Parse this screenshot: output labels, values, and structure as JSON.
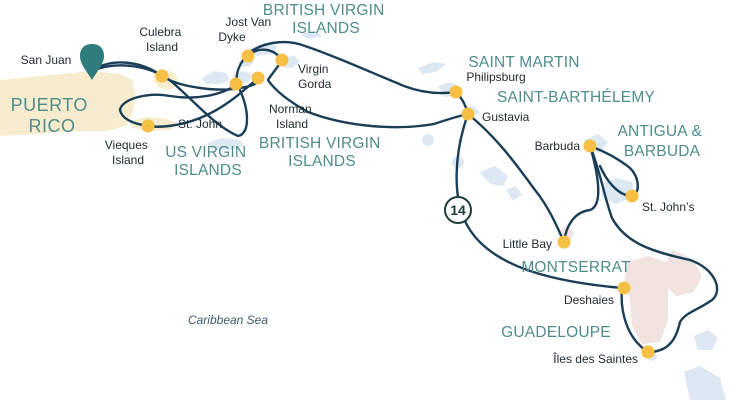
{
  "colors": {
    "route": "#1b3e57",
    "stop": "#f5c043",
    "start_pin": "#2e7c7b",
    "region_text": "#4f8d8d",
    "puerto_rico_land": "#f7edce",
    "island_blue": "#dde8f2",
    "island_pink": "#f1e3e0",
    "island_cream": "#f6ebc8"
  },
  "icons": {
    "start_pin": "map-pin-icon",
    "stop": "circle-marker-icon"
  },
  "regions": {
    "puerto_rico": [
      "PUERTO",
      "RICO"
    ],
    "bvi_top": [
      "BRITISH VIRGIN",
      "ISLANDS"
    ],
    "bvi_bottom": [
      "BRITISH VIRGIN",
      "ISLANDS"
    ],
    "usvi": [
      "US VIRGIN",
      "ISLANDS"
    ],
    "saint_martin": "SAINT MARTIN",
    "saint_barthelemy": "SAINT-BARTHÉLEMY",
    "antigua_barbuda": [
      "ANTIGUA &",
      "BARBUDA"
    ],
    "montserrat": "MONTSERRAT",
    "guadeloupe": "GUADELOUPE"
  },
  "ports": {
    "san_juan": "San Juan",
    "culebra": [
      "Culebra",
      "Island"
    ],
    "jost_van_dyke": [
      "Jost Van",
      "Dyke"
    ],
    "virgin_gorda": [
      "Virgin",
      "Gorda"
    ],
    "st_john_usvi": "St. John",
    "norman_island": [
      "Norman",
      "Island"
    ],
    "vieques": [
      "Vieques",
      "Island"
    ],
    "philipsburg": "Philipsburg",
    "gustavia": "Gustavia",
    "barbuda": "Barbuda",
    "st_johns_antigua": "St. John’s",
    "little_bay": "Little Bay",
    "deshaies": "Deshaies",
    "iles_des_saintes": "Îles des Saintes"
  },
  "sea_label": "Caribbean Sea",
  "badge": "14"
}
